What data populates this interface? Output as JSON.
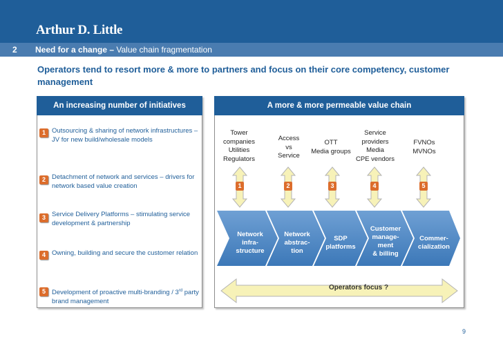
{
  "brand": {
    "logo_text": "Arthur D. Little",
    "bar_color": "#1f5e99"
  },
  "section": {
    "number": "2",
    "title_bold": "Need for a change –",
    "title_rest": " Value chain fragmentation"
  },
  "headline": "Operators tend to resort more & more to partners and focus on their core competency, customer management",
  "left_panel": {
    "title": "An increasing number of initiatives",
    "items": [
      {
        "num": "1",
        "text": "Outsourcing & sharing of network infrastructures – JV for new build/wholesale models"
      },
      {
        "num": "2",
        "text": "Detachment of network and services – drivers for network based value creation"
      },
      {
        "num": "3",
        "text": "Service Delivery Platforms – stimulating service development & partnership"
      },
      {
        "num": "4",
        "text": "Owning, building and secure  the customer relation"
      },
      {
        "num": "5",
        "text_before": "Development of proactive multi-branding / 3",
        "sup": "rd",
        "text_after": " party brand management"
      }
    ]
  },
  "right_panel": {
    "title": "A more & more permeable value chain",
    "categories": [
      {
        "num": "1",
        "lines": [
          "Tower",
          "companies",
          "Utilities",
          "Regulators"
        ]
      },
      {
        "num": "2",
        "lines": [
          "Access",
          "vs",
          "Service"
        ]
      },
      {
        "num": "3",
        "lines": [
          "OTT",
          "Media groups"
        ]
      },
      {
        "num": "4",
        "lines": [
          "Service",
          "providers",
          "Media",
          "CPE vendors"
        ]
      },
      {
        "num": "5",
        "lines": [
          "FVNOs",
          "MVNOs"
        ]
      }
    ],
    "chain": [
      {
        "lines": [
          "Network",
          "infra-",
          "structure"
        ]
      },
      {
        "lines": [
          "Network",
          "abstrac-",
          "tion"
        ]
      },
      {
        "lines": [
          "SDP",
          "platforms"
        ]
      },
      {
        "lines": [
          "Customer",
          "manage-",
          "ment",
          "& billing"
        ]
      },
      {
        "lines": [
          "Commer-",
          "cialization"
        ]
      }
    ],
    "focus_label": "Operators focus ?"
  },
  "colors": {
    "accent_orange": "#dc6d2c",
    "chevron": "#4f8ac6",
    "arrow_fill": "#f7f2b8",
    "arrow_stroke": "#b3b3b3"
  },
  "page_number": "9"
}
